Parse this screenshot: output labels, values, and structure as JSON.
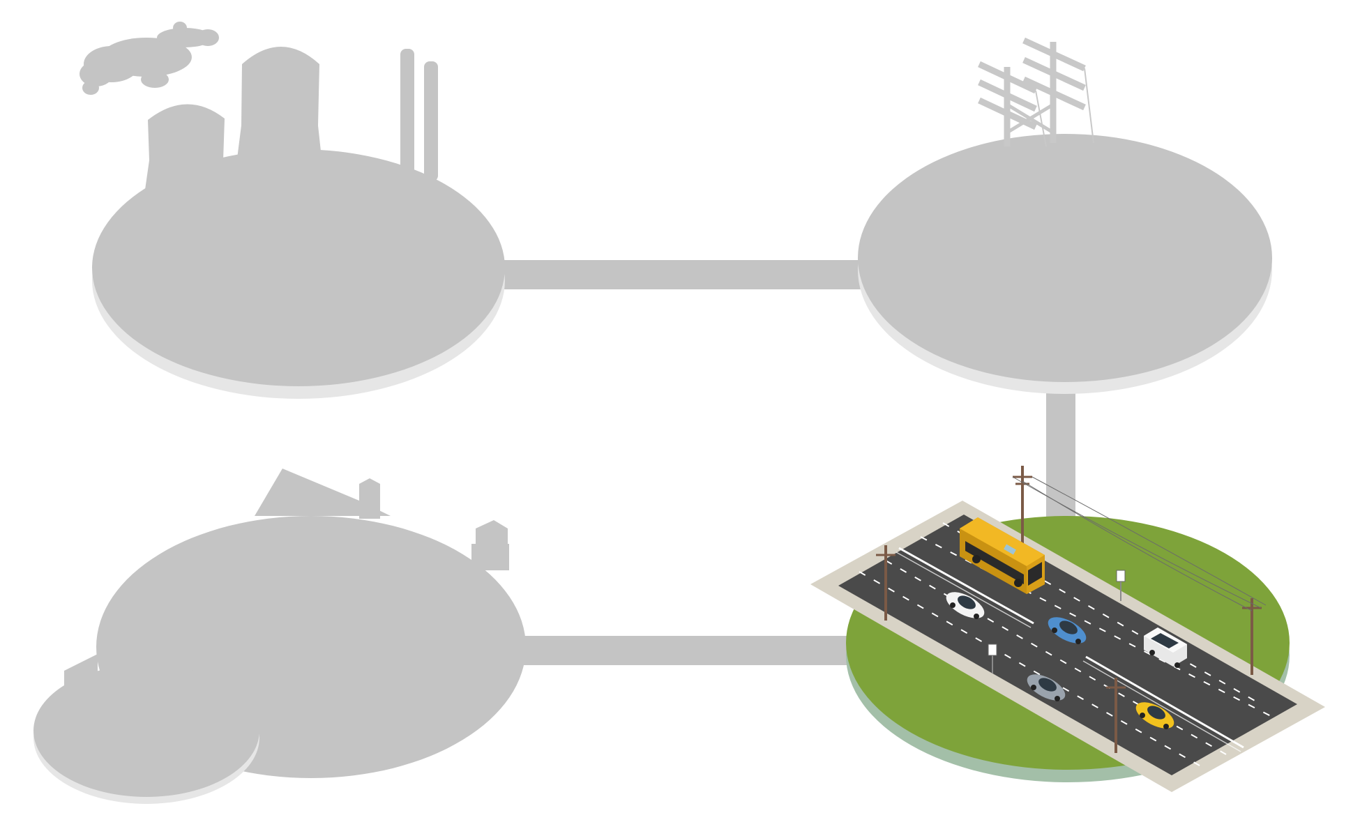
{
  "colors": {
    "background": "#ffffff",
    "silhouette": "#c4c4c4",
    "silhouette_shadow": "#e6e6e6",
    "grass": "#7ea33a",
    "grass_rim": "#a3bfa8",
    "road_border": "#d8d3c6",
    "asphalt": "#4a4a4a",
    "lane_marking": "#ffffff",
    "pole": "#7b5a46",
    "bus": "#f2b824"
  },
  "stages": [
    {
      "id": "power-plant",
      "active": false,
      "icon": "factory-icon"
    },
    {
      "id": "transmission-tower",
      "active": false,
      "icon": "power-tower-icon"
    },
    {
      "id": "highway",
      "active": true,
      "icon": "highway-icon"
    },
    {
      "id": "house",
      "active": false,
      "icon": "house-icon"
    }
  ],
  "vehicles": [
    {
      "kind": "bus",
      "color": "#f2b824"
    },
    {
      "kind": "car",
      "color": "#f4f4f4"
    },
    {
      "kind": "car",
      "color": "#4f8fce"
    },
    {
      "kind": "suv",
      "color": "#f4f4f4"
    },
    {
      "kind": "car",
      "color": "#9aa3ad"
    },
    {
      "kind": "car",
      "color": "#f2c21e"
    }
  ]
}
